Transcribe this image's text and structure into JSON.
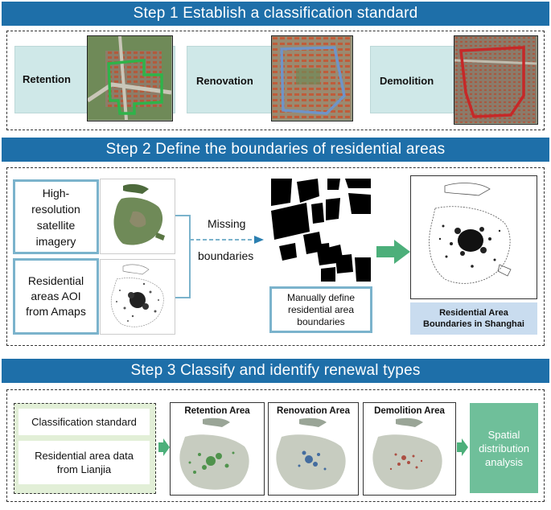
{
  "step1": {
    "title": "Step 1 Establish a classification standard",
    "categories": [
      {
        "label": "Retention",
        "boundary_color": "#2fb34a"
      },
      {
        "label": "Renovation",
        "boundary_color": "#6f94c8"
      },
      {
        "label": "Demolition",
        "boundary_color": "#c62828"
      }
    ]
  },
  "step2": {
    "title": "Step 2 Define the boundaries of residential areas",
    "source_satellite": "High-resolution satellite imagery",
    "source_aoi": "Residential areas AOI from Amaps",
    "missing_label": "Missing",
    "boundaries_label": "boundaries",
    "manual_caption": "Manually define residential area boundaries",
    "result_caption": "Residential Area Boundaries in Shanghai"
  },
  "step3": {
    "title": "Step 3 Classify and identify renewal types",
    "inputs": [
      "Classification standard",
      "Residential area data from Lianjia"
    ],
    "maps": [
      "Retention Area",
      "Renovation Area",
      "Demolition Area"
    ],
    "output": "Spatial distribution analysis"
  },
  "colors": {
    "header": "#1e6fa9",
    "teal": "#cfe8e8",
    "arrow_green": "#4caf7a",
    "output_green": "#6fbf9a",
    "frame_blue": "#7bb3cc"
  }
}
